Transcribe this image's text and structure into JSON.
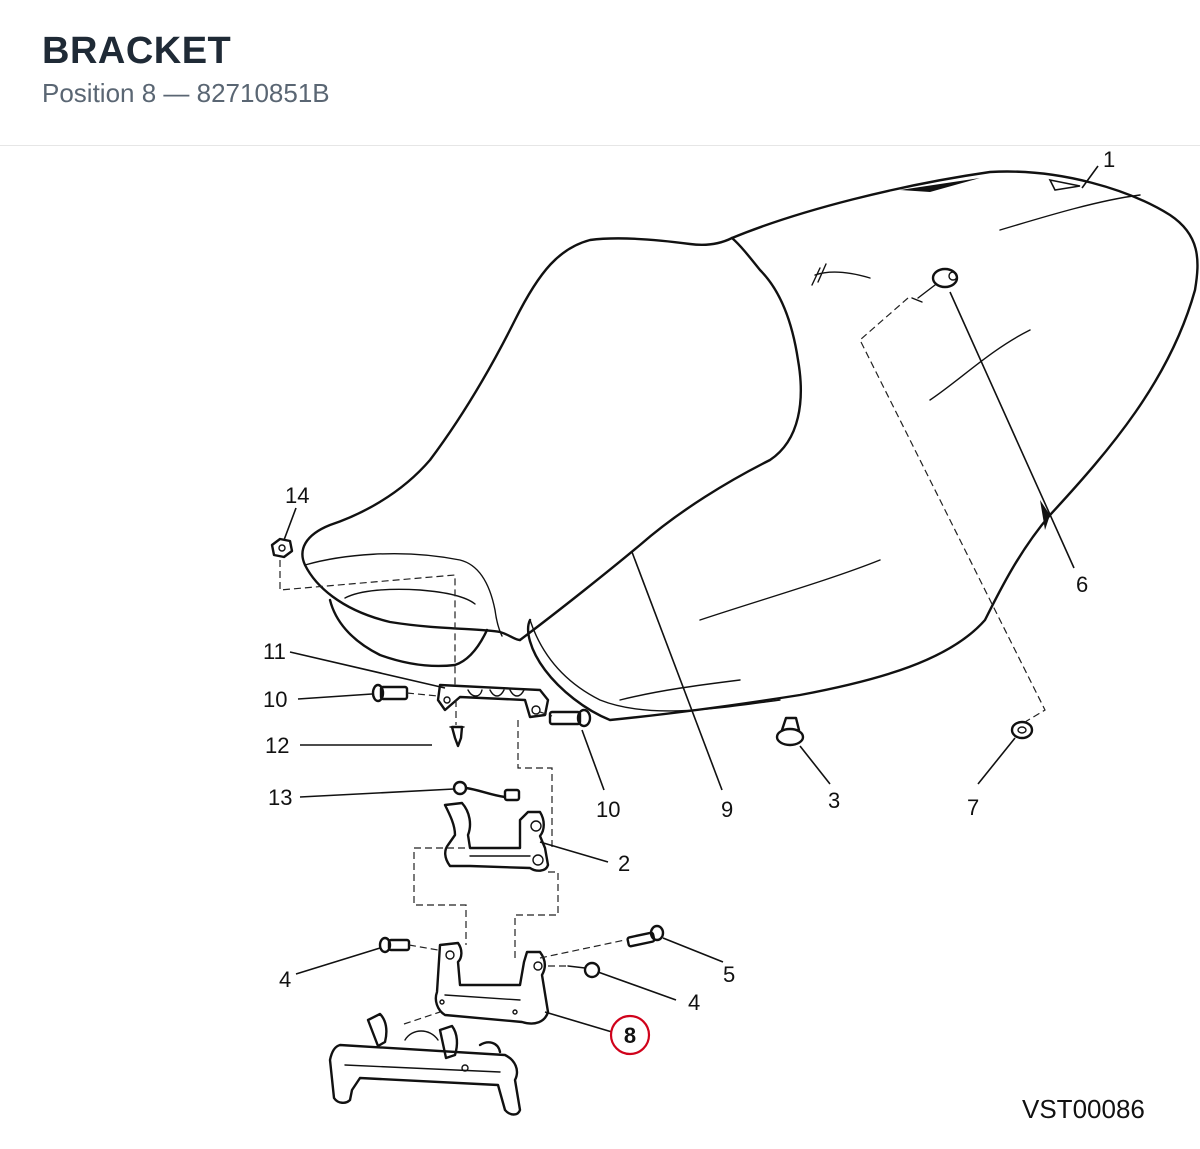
{
  "header": {
    "title": "BRACKET",
    "subtitle": "Position 8 — 82710851B"
  },
  "diagram": {
    "reference_code": "VST00086",
    "highlight_color": "#d0021b",
    "callouts": {
      "c1": "1",
      "c2": "2",
      "c3": "3",
      "c4a": "4",
      "c4b": "4",
      "c5": "5",
      "c6": "6",
      "c7": "7",
      "c8": "8",
      "c9": "9",
      "c10a": "10",
      "c10b": "10",
      "c11": "11",
      "c12": "12",
      "c13": "13",
      "c14": "14"
    }
  }
}
